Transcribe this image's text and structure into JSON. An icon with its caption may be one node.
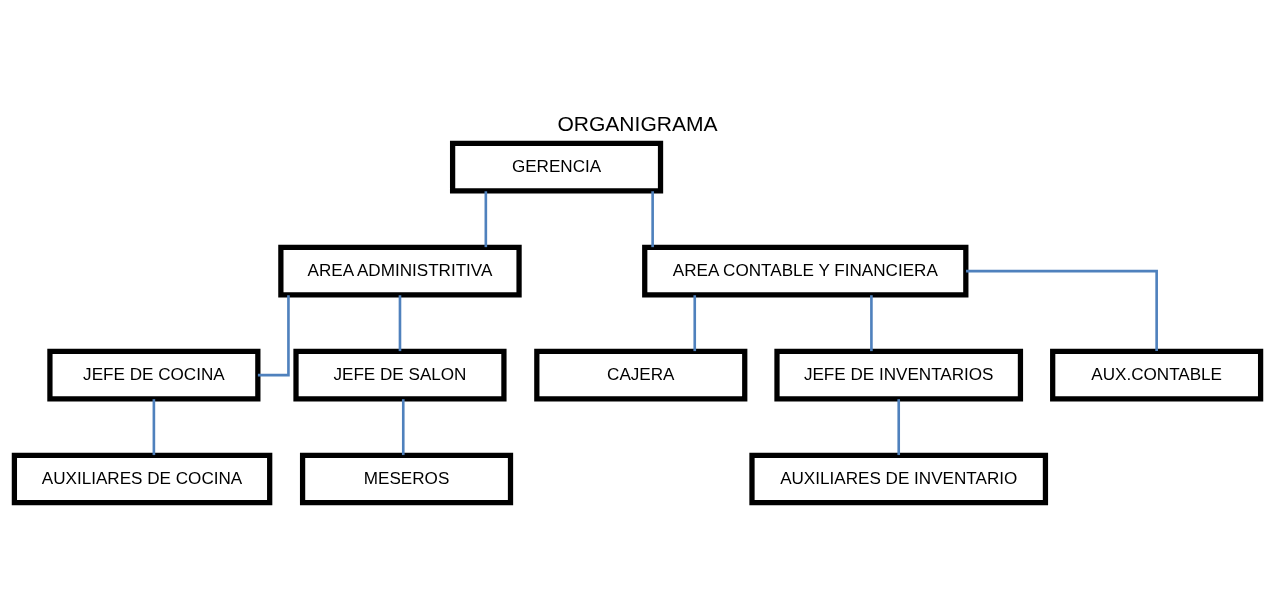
{
  "diagram": {
    "title": "ORGANIGRAMA",
    "nodes": [
      {
        "text": [
          "GERENCIA"
        ]
      },
      {
        "text": [
          "AREA ADMINISTRITIVA"
        ]
      },
      {
        "text": [
          "AREA CONTABLE Y FINANCIERA"
        ]
      },
      {
        "text": [
          "JEFE DE COCINA"
        ]
      },
      {
        "text": [
          "JEFE DE SALON"
        ]
      },
      {
        "text": [
          "CAJERA"
        ]
      },
      {
        "text": [
          "JEFE DE INVENTARIOS"
        ]
      },
      {
        "text": [
          "AUX.CONTABLE"
        ]
      },
      {
        "text": [
          "AUXILIARES DE COCINA"
        ]
      },
      {
        "text": [
          "MESEROS"
        ]
      },
      {
        "text": [
          "AUXILIARES DE INVENTARIO"
        ]
      }
    ],
    "edges": [
      {
        "from": 0,
        "to": 1,
        "arrow": "none",
        "color": "#4f81bd"
      },
      {
        "from": 0,
        "to": 2,
        "arrow": "none",
        "color": "#4f81bd"
      },
      {
        "from": 1,
        "to": 3,
        "arrow": "none",
        "color": "#4f81bd"
      },
      {
        "from": 1,
        "to": 4,
        "arrow": "none",
        "color": "#4f81bd"
      },
      {
        "from": 2,
        "to": 5,
        "arrow": "none",
        "color": "#4f81bd"
      },
      {
        "from": 2,
        "to": 6,
        "arrow": "none",
        "color": "#4f81bd"
      },
      {
        "from": 2,
        "to": 7,
        "arrow": "none",
        "color": "#4f81bd"
      },
      {
        "from": 3,
        "to": 8,
        "arrow": "none",
        "color": "#4f81bd"
      },
      {
        "from": 4,
        "to": 9,
        "arrow": "none",
        "color": "#4f81bd"
      },
      {
        "from": 6,
        "to": 10,
        "arrow": "none",
        "color": "#4f81bd"
      }
    ]
  }
}
